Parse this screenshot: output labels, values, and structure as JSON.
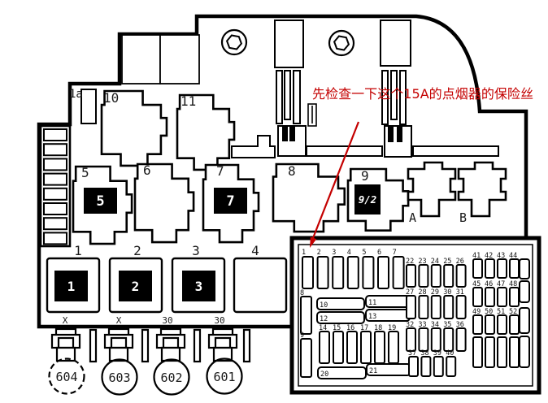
{
  "annotation": {
    "text": "先检查一下这个15A的点烟器的保险丝"
  },
  "colors": {
    "line": "#000000",
    "annotation": "#c40000",
    "background": "#ffffff"
  },
  "relays": {
    "r1a": "1a",
    "r10": "10",
    "r11": "11",
    "r5": "5",
    "r6": "6",
    "r7": "7",
    "r8": "8",
    "r9": "9",
    "rA": "A",
    "rB": "B"
  },
  "relay_inserts": {
    "r5": "5",
    "r7": "7",
    "r9": "9/2"
  },
  "squares": {
    "s1": "1",
    "s2": "2",
    "s3": "3",
    "s4": "4"
  },
  "square_inserts": {
    "s1": "1",
    "s2": "2",
    "s3": "3"
  },
  "terminals": [
    "X",
    "X",
    "30",
    "30"
  ],
  "connectors": [
    "604",
    "603",
    "602",
    "601"
  ],
  "inset": {
    "top_row": [
      "1",
      "2",
      "3",
      "4",
      "5",
      "6",
      "7"
    ],
    "left_col": [
      "8",
      "9"
    ],
    "horizontal": [
      "10",
      "11",
      "12",
      "13",
      "20",
      "21"
    ],
    "mid_row": [
      "14",
      "15",
      "16",
      "17",
      "18",
      "19"
    ],
    "mid_col_rows": [
      [
        "22",
        "23",
        "24",
        "25",
        "26"
      ],
      [
        "27",
        "28",
        "29",
        "30",
        "31"
      ],
      [
        "32",
        "33",
        "34",
        "35",
        "36"
      ],
      [
        "37",
        "38",
        "39",
        "40"
      ]
    ],
    "right_col_rows": [
      [
        "41",
        "42",
        "43",
        "44"
      ],
      [
        "45",
        "46",
        "47",
        "48"
      ],
      [
        "49",
        "50",
        "51",
        "52"
      ]
    ]
  }
}
